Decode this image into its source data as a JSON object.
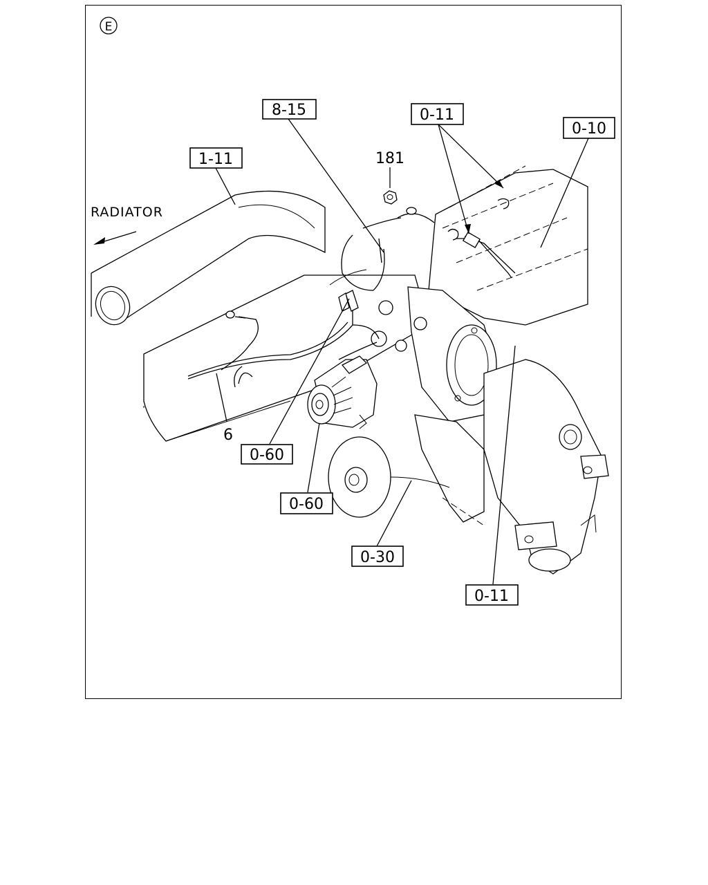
{
  "view_marker": "E",
  "direction_label": "RADIATOR",
  "callouts": {
    "c_8_15": "8-15",
    "c_0_11_top": "0-11",
    "c_0_10": "0-10",
    "c_1_11": "1-11",
    "c_181": "181",
    "c_6": "6",
    "c_0_60_a": "0-60",
    "c_0_60_b": "0-60",
    "c_0_30": "0-30",
    "c_0_11_bottom": "0-11"
  }
}
